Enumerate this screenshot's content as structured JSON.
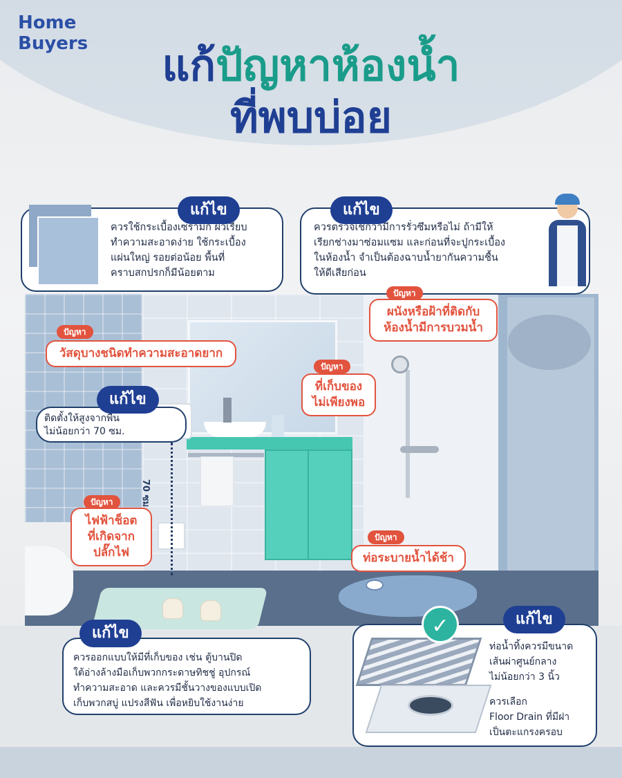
{
  "logo": {
    "line1": "Home",
    "line2": "Buyers"
  },
  "title": {
    "line1_dark": "แก้",
    "line1_accent": "ปัญหาห้องน้ำ",
    "line2": "ที่พบบ่อย"
  },
  "solution_label": "แก้ไข",
  "problem_label": "ปัญหา",
  "problems": [
    {
      "text": "วัสดุบางชนิดทำความสะอาดยาก"
    },
    {
      "text": "ที่เก็บของ\nไม่เพียงพอ"
    },
    {
      "text": "ไฟฟ้าช็อต\nที่เกิดจาก\nปลั๊กไฟ"
    },
    {
      "text": "ผนังหรือฝ้าที่ติดกับ\nห้องน้ำมีการบวมน้ำ"
    },
    {
      "text": "ท่อระบายน้ำได้ช้า"
    }
  ],
  "solutions": {
    "tiles": "ควรใช้กระเบื้องเซรามิก ผิวเรียบ\nทำความสะอาดง่าย ใช้กระเบื้อง\nแผ่นใหญ่ รอยต่อน้อย พื้นที่\nคราบสกปรกก็มีน้อยตาม",
    "leak": "ควรตรวจเช็กว่ามีการรั่วซึมหรือไม่ ถ้ามีให้\nเรียกช่างมาซ่อมแซม และก่อนที่จะปูกระเบื้อง\nในห้องน้ำ จำเป็นต้องฉาบน้ำยากันความชื้น\nให้ดีเสียก่อน",
    "socket": "ติดตั้งให้สูงจากพื้น\nไม่น้อยกว่า 70 ซม.",
    "storage": "ควรออกแบบให้มีที่เก็บของ เช่น ตู้บานปิด\nใต้อ่างล้างมือเก็บพวกกระดาษทิชชู่ อุปกรณ์\nทำความสะอาด และควรมีชั้นวางของแบบเปิด\nเก็บพวกสบู่ แปรงสีฟัน เพื่อหยิบใช้งานง่าย",
    "drain_1": "ท่อน้ำทิ้งควรมีขนาด\nเส้นผ่าศูนย์กลาง\nไม่น้อยกว่า 3 นิ้ว",
    "drain_2": "ควรเลือก\nFloor Drain ที่มีฝา\nเป็นตะแกรงครอบ"
  },
  "dimension_label": "70 ซม.",
  "icons": [
    "check-icon",
    "socket-icon",
    "shower-icon",
    "drain-icon",
    "worker-icon"
  ],
  "colors": {
    "navy": "#1f3f93",
    "teal": "#1a9c8a",
    "problem_red": "#e2533e",
    "cabinet": "#55d0bd"
  }
}
